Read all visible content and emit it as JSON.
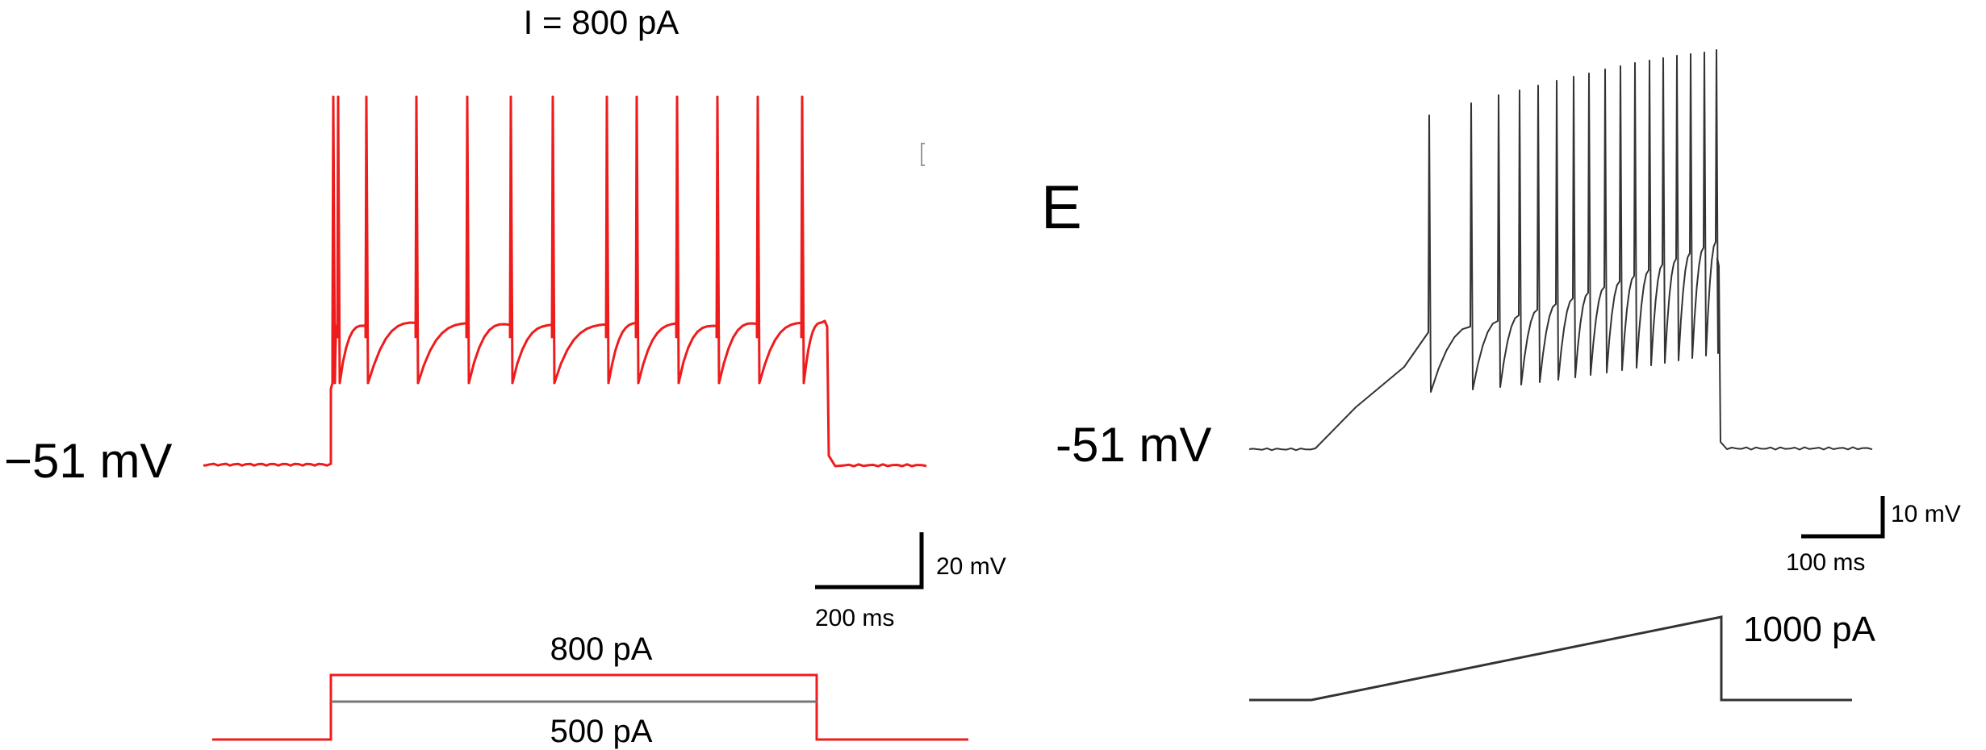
{
  "left_panel": {
    "title": "I = 800 pA",
    "baseline_label": "−51 mV",
    "scalebar": {
      "voltage_label": "20 mV",
      "time_label": "200 ms"
    },
    "stimulus": {
      "upper_label": "800 pA",
      "lower_label": "500 pA"
    },
    "colors": {
      "trace": "#ee1c1c",
      "upper_step": "#ee1c1c",
      "lower_step": "#777777"
    }
  },
  "right_panel": {
    "panel_letter": "E",
    "baseline_label": "-51 mV",
    "scalebar": {
      "voltage_label": "10 mV",
      "time_label": "100 ms"
    },
    "stimulus": {
      "ramp_label": "1000 pA"
    },
    "colors": {
      "trace": "#333333",
      "ramp": "#333333"
    }
  }
}
